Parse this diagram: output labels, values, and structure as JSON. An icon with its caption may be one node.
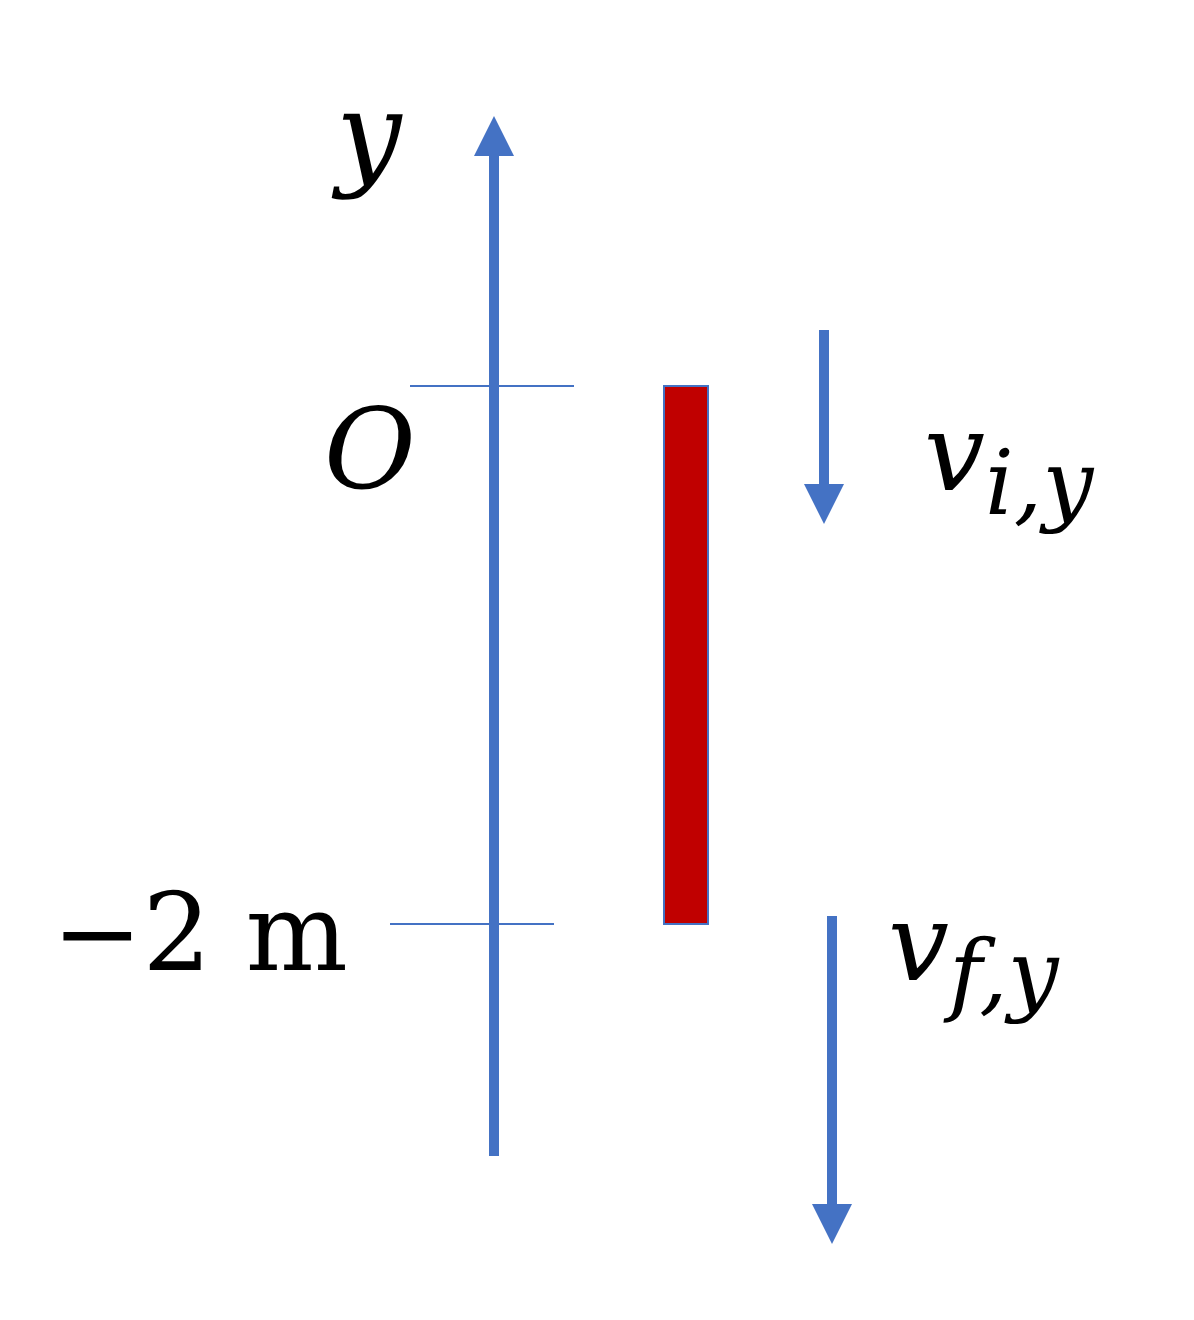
{
  "diagram": {
    "nodes": [
      {
        "text": [],
        "shape": "bar"
      }
    ],
    "labels": [
      "y",
      "O",
      "−2 m",
      "v$_{i,y}$",
      "v$_{f,y}$"
    ]
  }
}
